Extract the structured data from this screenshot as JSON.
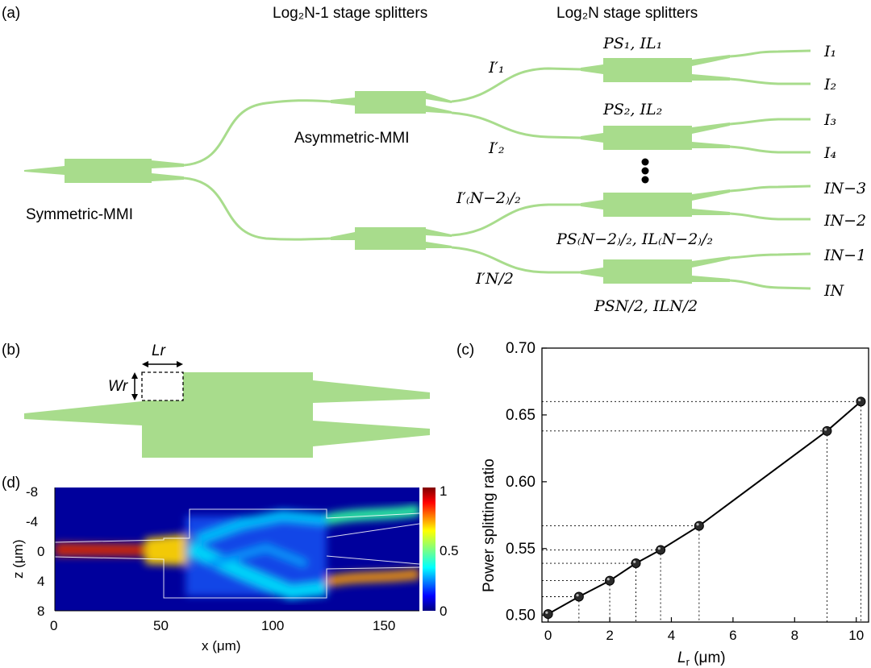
{
  "panel_labels": {
    "a": "(a)",
    "b": "(b)",
    "c": "(c)",
    "d": "(d)"
  },
  "diagram_a": {
    "header_left": "Log₂N-1 stage splitters",
    "header_right": "Log₂N stage splitters",
    "symmetric_label": "Symmetric-MMI",
    "asymmetric_label": "Asymmetric-MMI",
    "mid_labels": [
      "I′₁",
      "I′₂",
      "I′₍N−2₎/₂",
      "I′N/2"
    ],
    "splitter_labels": [
      "PS₁, IL₁",
      "PS₂, IL₂",
      "PS₍N−2₎/₂, IL₍N−2₎/₂",
      "PSN/2, ILN/2"
    ],
    "outputs": [
      "I₁",
      "I₂",
      "I₃",
      "I₄",
      "IN−3",
      "IN−2",
      "IN−1",
      "IN"
    ],
    "waveguide_color": "#a8dc8c"
  },
  "diagram_b": {
    "length_label": "Lr",
    "width_label": "Wr"
  },
  "field_map_d": {
    "y_label": "z (μm)",
    "x_label": "x (μm)",
    "x_ticks": [
      "0",
      "50",
      "100",
      "150"
    ],
    "y_ticks": [
      "-8",
      "-4",
      "0",
      "4",
      "8"
    ],
    "colorbar_ticks": [
      "1",
      "0.5",
      "0"
    ]
  },
  "chart_data": {
    "type": "scatter",
    "xlabel": "Lr (μm)",
    "ylabel": "Power splitting ratio",
    "xlim": [
      -0.2,
      10.4
    ],
    "ylim": [
      0.495,
      0.7
    ],
    "x_ticks": [
      "0",
      "2",
      "4",
      "6",
      "8",
      "10"
    ],
    "y_ticks": [
      "0.50",
      "0.55",
      "0.60",
      "0.65",
      "0.70"
    ],
    "grid": false,
    "series": [
      {
        "x": [
          0,
          1,
          2,
          2.85,
          3.65,
          4.9,
          9.05,
          10.15
        ],
        "y": [
          0.501,
          0.514,
          0.526,
          0.539,
          0.549,
          0.567,
          0.638,
          0.66
        ]
      }
    ]
  }
}
